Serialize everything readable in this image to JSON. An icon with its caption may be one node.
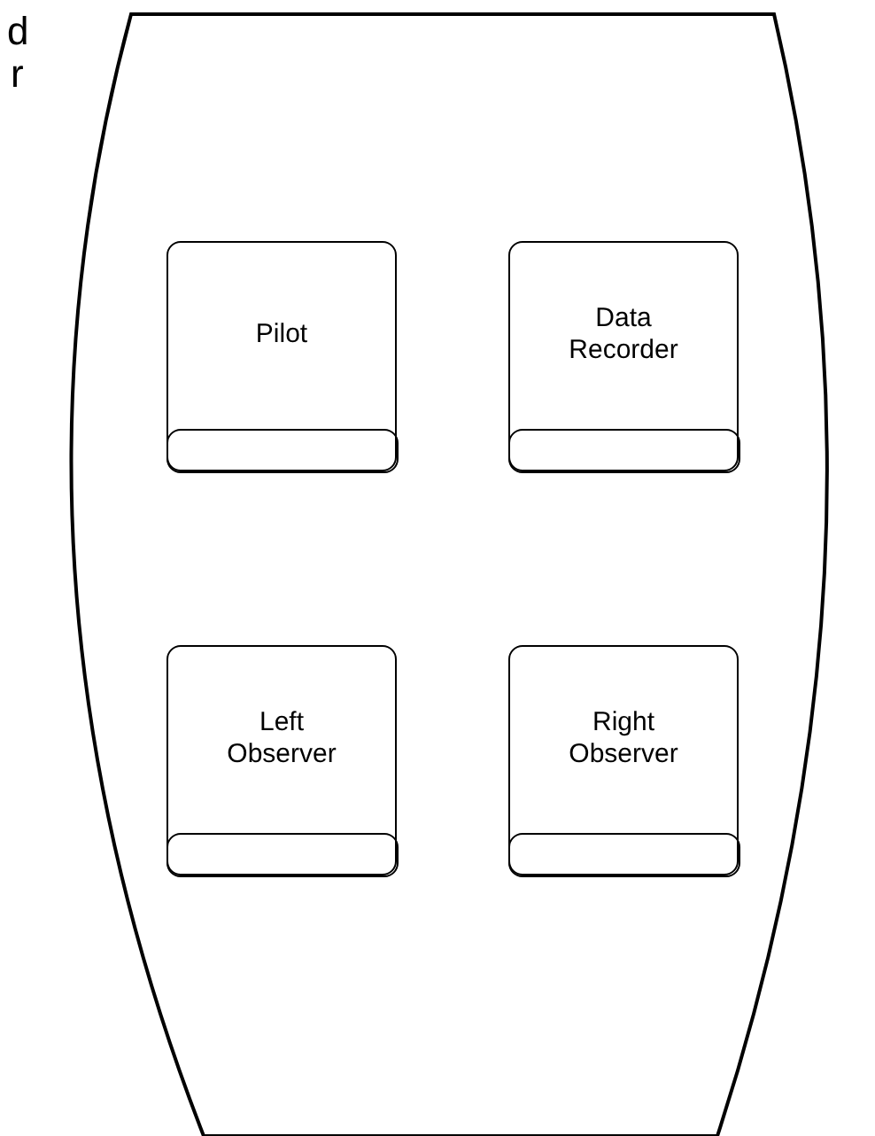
{
  "diagram": {
    "nodes": [
      {
        "text": [],
        "shape": "barrel"
      },
      {
        "text": [
          "Pilot"
        ],
        "in": 0
      },
      {
        "text": [],
        "shape": "box",
        "in": 1
      },
      {
        "text": [
          "Data Recorder"
        ],
        "in": 0
      },
      {
        "text": [],
        "shape": "box",
        "in": 3
      },
      {
        "text": [
          "Left Observer"
        ],
        "in": 0
      },
      {
        "text": [],
        "shape": "box",
        "in": 5
      },
      {
        "text": [
          "Right Observer"
        ],
        "in": 0
      },
      {
        "text": [],
        "shape": "box",
        "in": 7
      }
    ],
    "labels": [
      "d",
      "r"
    ]
  }
}
